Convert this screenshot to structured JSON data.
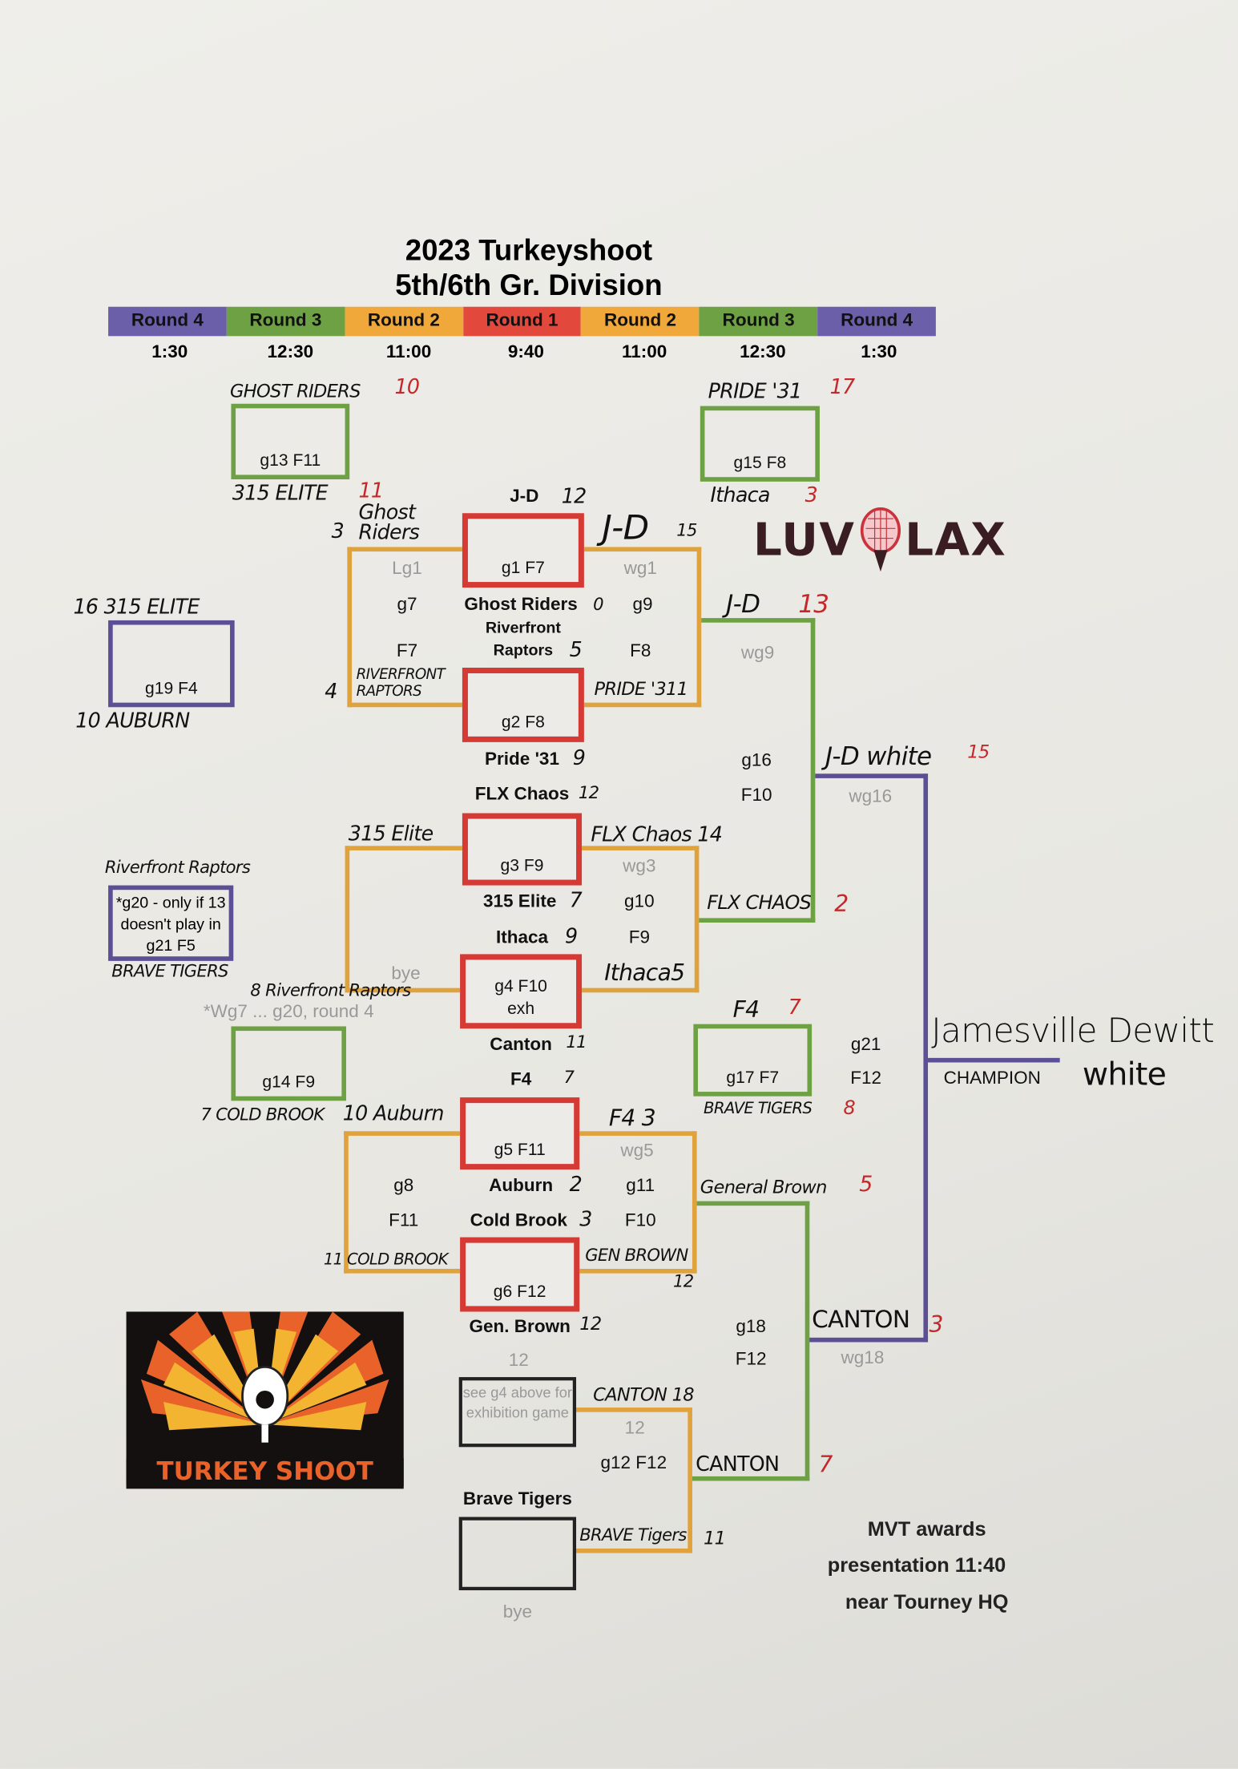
{
  "title": {
    "line1": "2023 Turkeyshoot",
    "line2": "5th/6th Gr. Division"
  },
  "rounds": [
    {
      "label": "Round 4",
      "time": "1:30",
      "color": "#6a5fa8"
    },
    {
      "label": "Round 3",
      "time": "12:30",
      "color": "#6ea144"
    },
    {
      "label": "Round 2",
      "time": "11:00",
      "color": "#f0a83a"
    },
    {
      "label": "Round 1",
      "time": "9:40",
      "color": "#e2483c"
    },
    {
      "label": "Round 2",
      "time": "11:00",
      "color": "#f0a83a"
    },
    {
      "label": "Round 3",
      "time": "12:30",
      "color": "#6ea144"
    },
    {
      "label": "Round 4",
      "time": "1:30",
      "color": "#6a5fa8"
    }
  ],
  "games": {
    "g13": "g13 F11",
    "g15": "g15 F8",
    "g19": "g19 F4",
    "g1": "g1 F7",
    "g2": "g2 F8",
    "g3": "g3 F9",
    "g4": "g4  F10",
    "g4_note": "exh",
    "g14": "g14 F9",
    "g17": "g17 F7",
    "g5": "g5 F11",
    "g6": "g6 F12",
    "g20_note": "*g20 - only if 13 doesn't play in g21 F5",
    "exhibition_note": "see g4 above for exhibition game"
  },
  "printed": {
    "jd_top": "J-D",
    "lg1": "Lg1",
    "g7": "g7",
    "f7": "F7",
    "wg1": "wg1",
    "g9": "g9",
    "f8": "F8",
    "ghost_riders": "Ghost Riders",
    "riverfront": "Riverfront",
    "raptors": "Raptors",
    "pride31": "Pride '31",
    "wg9": "wg9",
    "g16": "g16",
    "f10": "F10",
    "wg16": "wg16",
    "flx_chaos": "FLX Chaos",
    "elite315": "315 Elite",
    "wg3": "wg3",
    "g10": "g10",
    "f9": "F9",
    "ithaca": "Ithaca",
    "bye1": "bye",
    "canton": "Canton",
    "wg7_note": "*Wg7 ... g20, round 4",
    "f4_top": "F4",
    "wg5": "wg5",
    "g8": "g8",
    "f11": "F11",
    "auburn": "Auburn",
    "cold_brook": "Cold Brook",
    "g11": "g11",
    "f10b": "F10",
    "gen_brown": "Gen. Brown",
    "g21": "g21",
    "f12": "F12",
    "champion": "CHAMPION",
    "g18": "g18",
    "f12b": "F12",
    "wg18": "wg18",
    "twelve": "12",
    "twelve_b": "12",
    "g12": "g12 F12",
    "brave_tigers": "Brave Tigers",
    "bye2": "bye",
    "mvt1": "MVT awards",
    "mvt2": "presentation 11:40",
    "mvt3": "near Tourney HQ"
  },
  "handwritten": {
    "ghost_riders_10": "GHOST RIDERS",
    "s10": "10",
    "elite_11": "315 ELITE",
    "s11": "11",
    "pride_17": "PRIDE '31",
    "s17": "17",
    "ithaca_3": "Ithaca",
    "s3": "3",
    "elite16": "16 315 ELITE",
    "auburn10": "10 AUBURN",
    "jd12": "12",
    "gr3": "3",
    "gr_name": "Ghost Riders",
    "rr4": "4",
    "rr_name": "RIVERFRONT RAPTORS",
    "jd15": "J-D",
    "s15": "15",
    "gr0": "0",
    "rr5": "5",
    "pride311": "PRIDE '311",
    "pride9": "9",
    "jd13": "J-D",
    "s13": "13",
    "jdwhite": "J-D white",
    "s15b": "15",
    "flx12": "12",
    "elite_hw": "315 Elite",
    "flx14": "FLX Chaos 14",
    "elite7": "7",
    "ithaca9": "9",
    "ithaca5": "Ithaca5",
    "canton11": "11",
    "flx2": "FLX CHAOS",
    "s2": "2",
    "rr_left": "Riverfront Raptors",
    "brave_left": "BRAVE TIGERS",
    "rr8": "8 Riverfront Raptors",
    "cb7": "7 COLD BROOK",
    "aub10": "10 Auburn",
    "f4_7": "F4",
    "s7": "7",
    "brave8": "BRAVE TIGERS",
    "s8": "8",
    "champ": "Jamesville Dewitt",
    "champ2": "white",
    "f4top7": "7",
    "f4_3": "F4 3",
    "aub2": "2",
    "cb3": "3",
    "gb12": "12",
    "cb11": "11 COLD BROOK",
    "genbrown12": "GEN BROWN",
    "gb12b": "12",
    "gb5": "General Brown",
    "s5": "5",
    "canton3": "CANTON",
    "s3b": "3",
    "canton18": "CANTON 18",
    "canton7": "CANTON",
    "s7b": "7",
    "brave11": "BRAVE Tigers",
    "s11b": "11"
  },
  "logos": {
    "luvlax": "LUVLAX",
    "turkey": "TURKEY SHOOT"
  }
}
